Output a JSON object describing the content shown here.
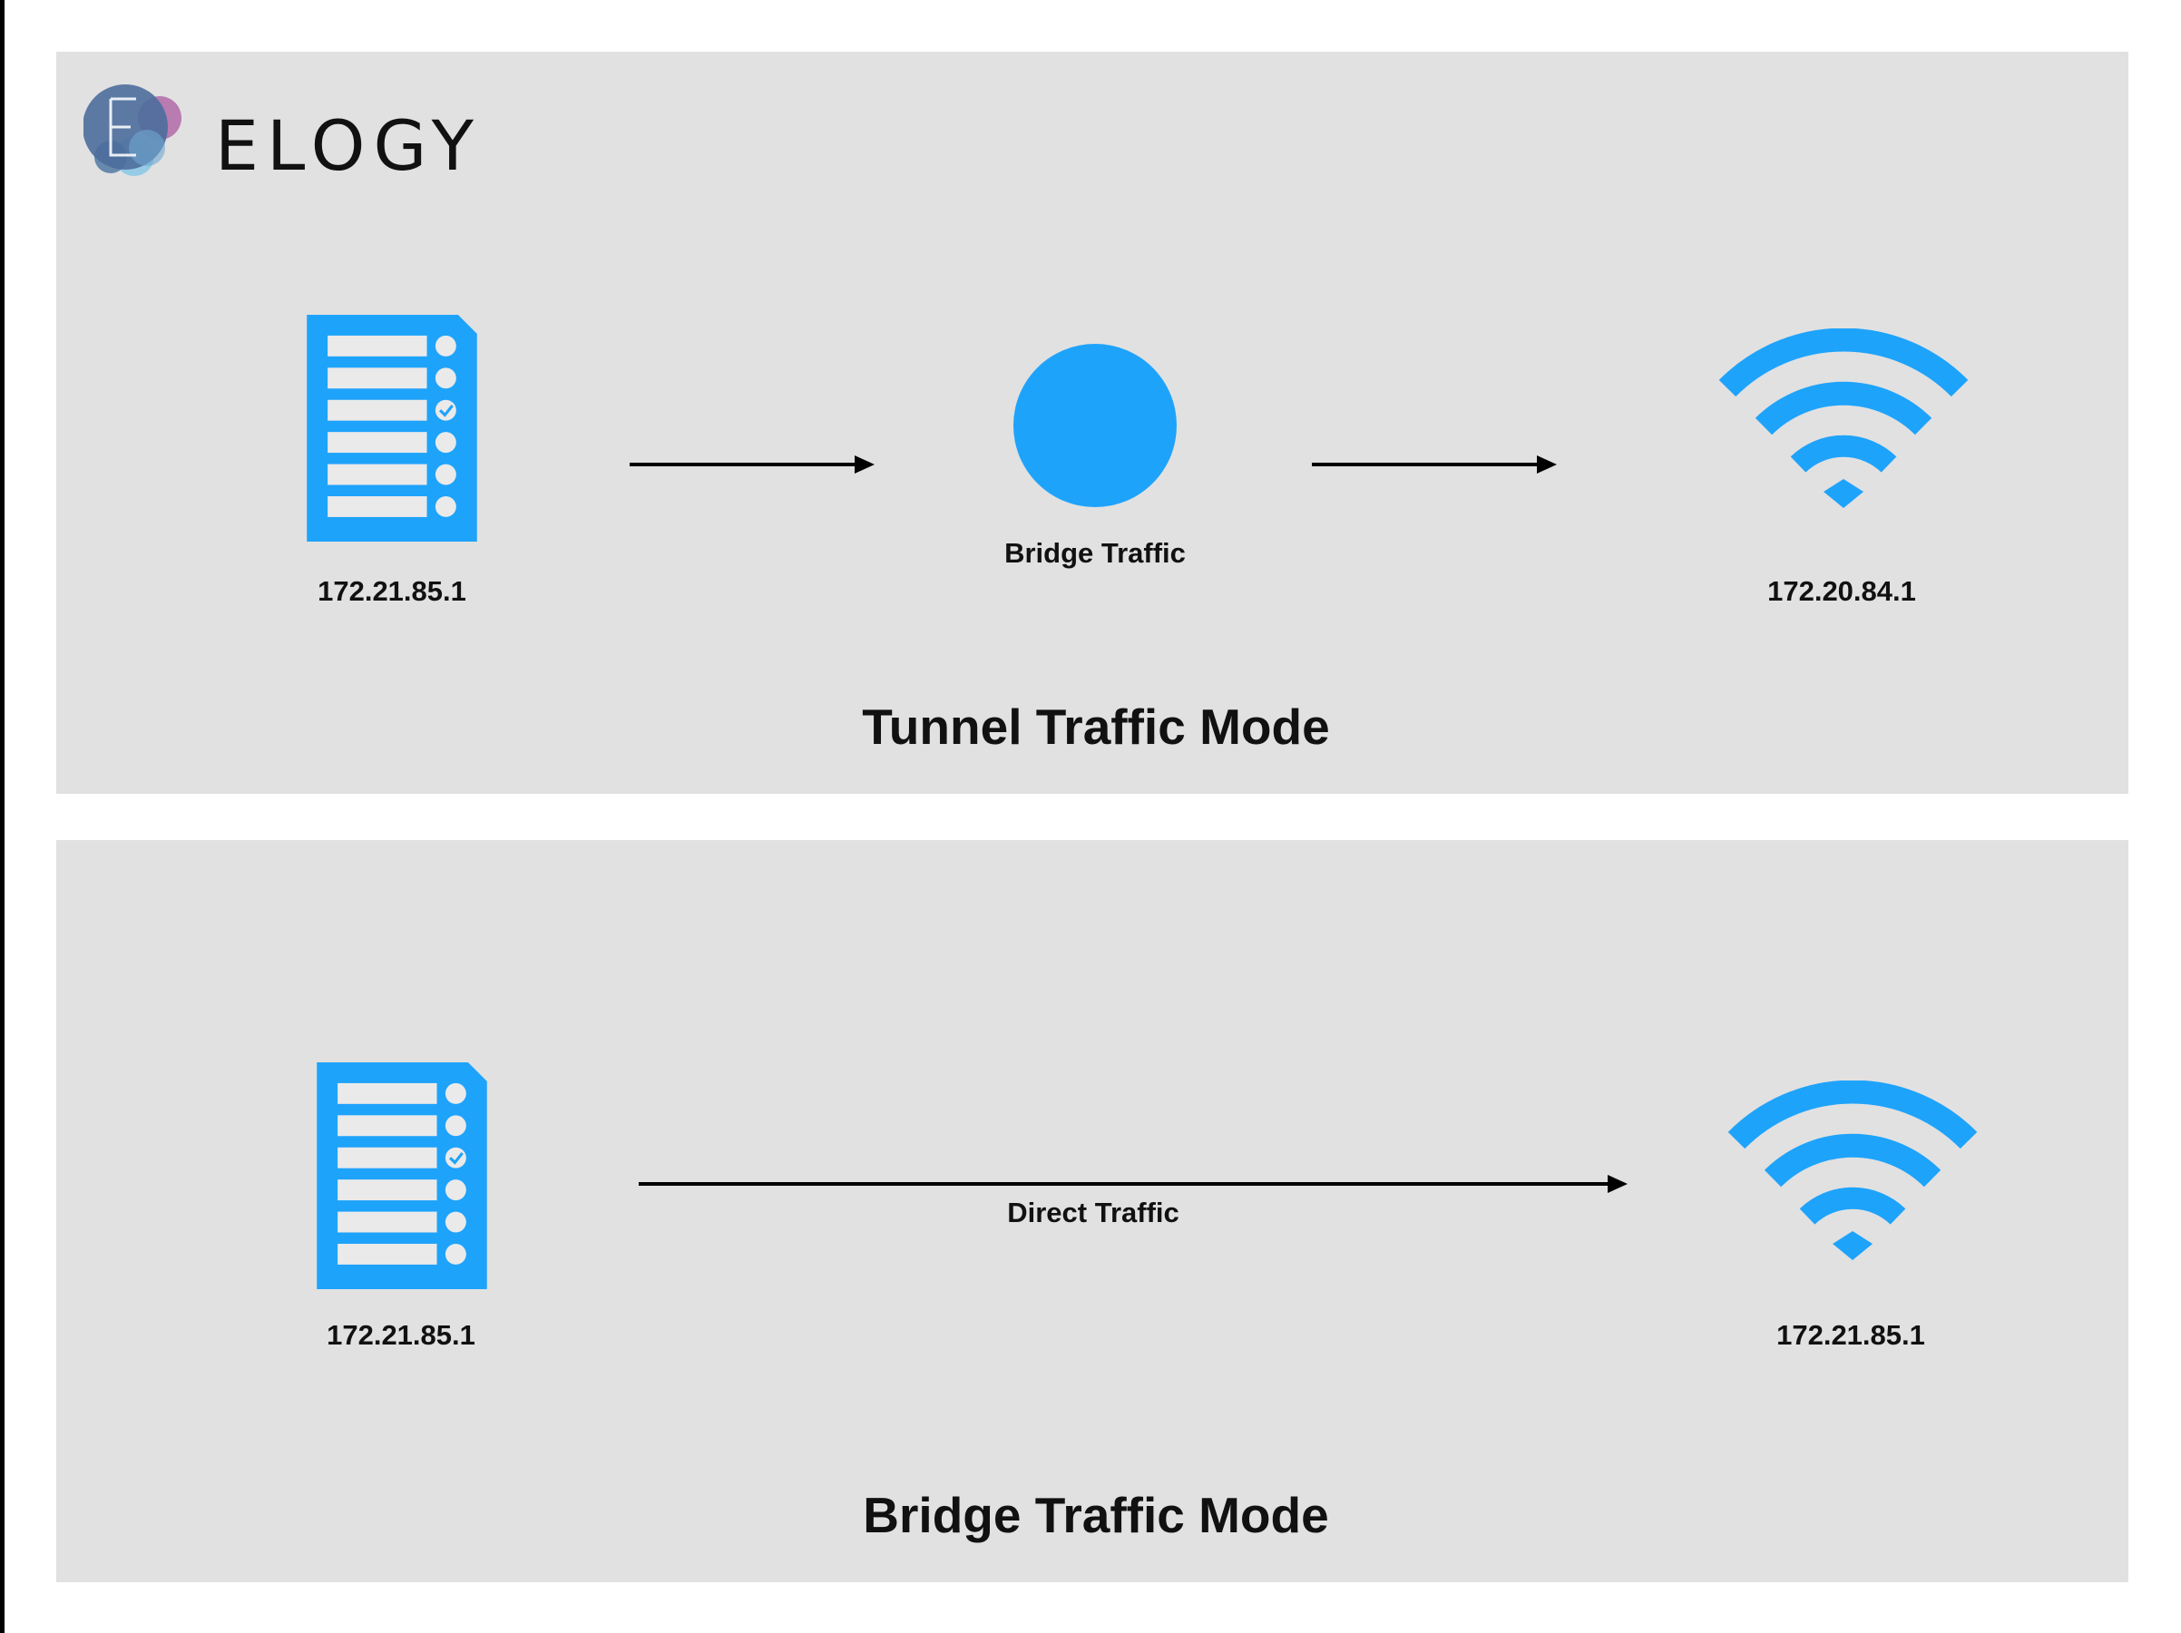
{
  "logo": {
    "text": "ELOGY"
  },
  "colors": {
    "accent": "#1ea3fb",
    "panel": "#e1e1e1",
    "arrow": "#000000"
  },
  "tunnel": {
    "title": "Tunnel Traffic Mode",
    "source_ip": "172.21.85.1",
    "bridge_label": "Bridge Traffic",
    "dest_ip": "172.20.84.1"
  },
  "bridge": {
    "title": "Bridge Traffic Mode",
    "source_ip": "172.21.85.1",
    "link_label": "Direct Traffic",
    "dest_ip": "172.21.85.1"
  }
}
